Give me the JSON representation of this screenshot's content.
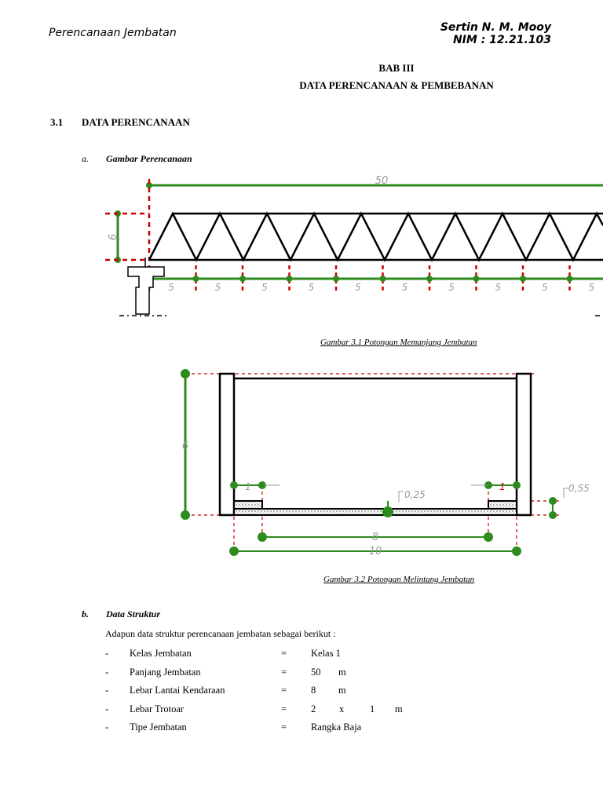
{
  "header": {
    "left": "Perencanaan Jembatan",
    "author": "Sertin N. M. Mooy",
    "nim": "NIM : 12.21.103"
  },
  "chapter": {
    "bab": "BAB III",
    "title": "DATA PERENCANAAN & PEMBEBANAN"
  },
  "section": {
    "number": "3.1",
    "title": "DATA PERENCANAAN"
  },
  "subsection_a": {
    "letter": "a.",
    "title": "Gambar Perencanaan"
  },
  "figure1": {
    "span_label": "50",
    "height_label": "6",
    "panel_label": "5",
    "caption": "Gambar 3.1 Potongan Memanjang Jembatan",
    "colors": {
      "dimension": "#2e8b1e",
      "axis": "#cc0000",
      "truss": "#000000"
    }
  },
  "figure2": {
    "height_label": "6",
    "sidewalk_left_label": "1",
    "sidewalk_right_label": "1",
    "deck_label": "0,25",
    "curb_label": "0,55",
    "roadway_label": "8",
    "total_label": "10",
    "caption": "Gambar 3.2 Potongan Melintang Jembatan"
  },
  "subsection_b": {
    "letter": "b.",
    "title": "Data Struktur",
    "intro": "Adapun data struktur perencanaan jembatan sebagai berikut :",
    "items": [
      {
        "dash": "-",
        "label": "Kelas Jembatan",
        "eq": "=",
        "value": "Kelas 1",
        "unit": "",
        "x": "",
        "num2": "",
        "unit2": ""
      },
      {
        "dash": "-",
        "label": "Panjang Jembatan",
        "eq": "=",
        "value": "50",
        "unit": "m",
        "x": "",
        "num2": "",
        "unit2": ""
      },
      {
        "dash": "-",
        "label": "Lebar Lantai Kendaraan",
        "eq": "=",
        "value": "8",
        "unit": "m",
        "x": "",
        "num2": "",
        "unit2": ""
      },
      {
        "dash": "-",
        "label": "Lebar Trotoar",
        "eq": "=",
        "value": "2",
        "unit": "",
        "x": "x",
        "num2": "1",
        "unit2": "m"
      },
      {
        "dash": "-",
        "label": "Tipe Jembatan",
        "eq": "=",
        "value": "Rangka Baja",
        "unit": "",
        "x": "",
        "num2": "",
        "unit2": ""
      }
    ]
  }
}
